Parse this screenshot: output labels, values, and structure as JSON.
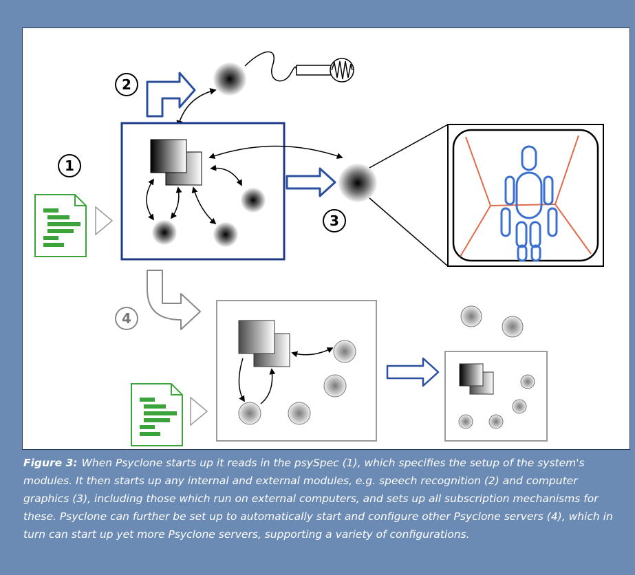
{
  "figure": {
    "caption_label": "Figure 3:",
    "caption_text": "When Psyclone starts up it reads in the psySpec (1), which specifies the setup of the system's modules. It then starts up any internal and external modules, e.g. speech recognition (2) and computer graphics (3), including those which run on external computers, and sets up all subscription mechanisms for these. Psyclone can further be set up to automatically start and configure other Psyclone servers (4), which in turn can start up yet more Psyclone servers, supporting a variety of configurations."
  },
  "steps": [
    {
      "number": "1"
    },
    {
      "number": "2"
    },
    {
      "number": "3"
    },
    {
      "number": "4"
    }
  ],
  "colors": {
    "background": "#6b8bb5",
    "primary_box": "#1f3a8a",
    "arrow_blue": "#2a4fa0",
    "document_green": "#3aa33a",
    "figure_outline": "#3a6fd0",
    "room_lines": "#e06a4a",
    "grey_outline": "#9a9a9a"
  },
  "icons": [
    "psyspec-document-icon",
    "microphone-icon",
    "module-sphere-icon",
    "server-box-icon",
    "humanoid-figure-icon"
  ]
}
